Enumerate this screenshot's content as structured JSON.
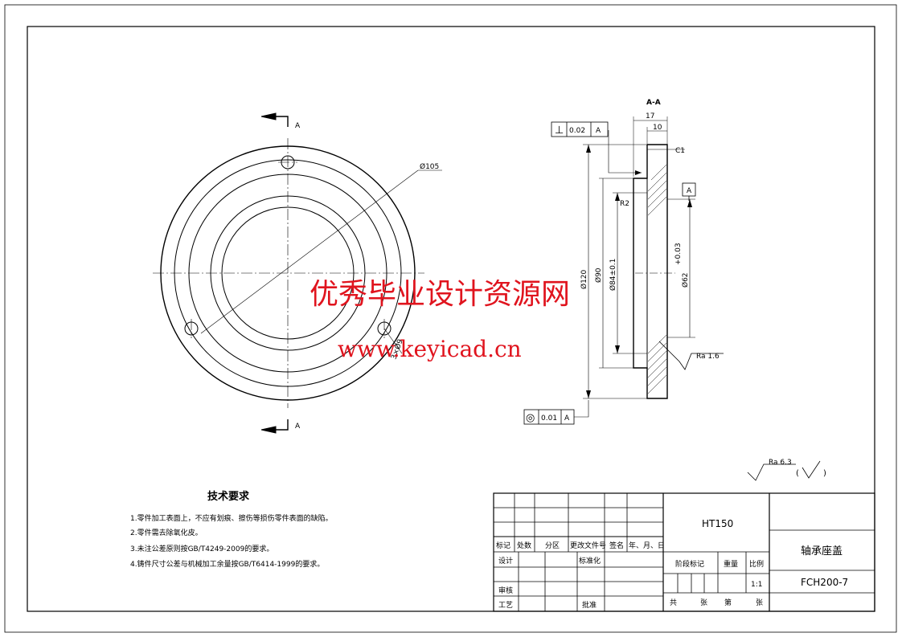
{
  "section_view": {
    "section_label": "A-A",
    "dim_17": "17",
    "dim_10": "10",
    "chamfer": "C1",
    "dim_120": "Ø120",
    "dim_90": "Ø90",
    "dim_84": "Ø84±0.1",
    "dim_62": "Ø62",
    "dim_62_tol": "+0.03",
    "r2": "R2",
    "datum": "A",
    "roughness": "Ra 1.6",
    "perp_symbol": "⊥",
    "perp_value": "0.02",
    "perp_datum": "A",
    "conc_symbol": "◎",
    "conc_value": "0.01",
    "conc_datum": "A"
  },
  "front_view": {
    "section_mark_top": "A",
    "section_mark_bottom": "A",
    "dim_bolt_circle": "Ø105",
    "dim_holes": "3×Ø9"
  },
  "general_roughness": {
    "value": "Ra 6.3",
    "rest_open": "(",
    "rest_close": ")"
  },
  "tech_requirements": {
    "title": "技术要求",
    "items": [
      "1.零件加工表面上，不应有划痕、擦伤等损伤零件表面的缺陷。",
      "2.零件需去除氧化皮。",
      "3.未注公差原则按GB/T4249-2009的要求。",
      "4.铸件尺寸公差与机械加工余量按GB/T6414-1999的要求。"
    ]
  },
  "title_block": {
    "material": "HT150",
    "part_name": "轴承座盖",
    "drawing_no": "FCH200-7",
    "rev_headers": [
      "标记",
      "处数",
      "分区",
      "更改文件号",
      "签名",
      "年、月、日"
    ],
    "design": "设计",
    "standardize": "标准化",
    "stage_mark": "阶段标记",
    "weight": "重量",
    "scale_label": "比例",
    "scale": "1:1",
    "check": "审核",
    "process": "工艺",
    "approve": "批准",
    "sheets_total": "共",
    "sheets_total_unit": "张",
    "sheet_no": "第",
    "sheet_no_unit": "张"
  },
  "watermark": {
    "line1": "优秀毕业设计资源网",
    "line2": "www.keyicad.cn"
  }
}
